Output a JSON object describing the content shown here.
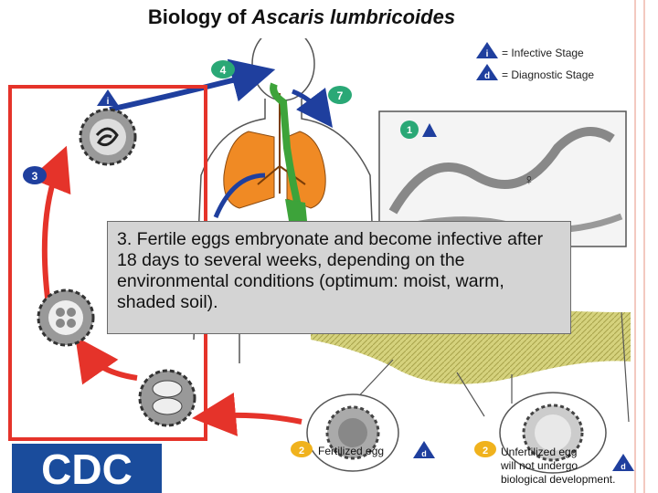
{
  "title": {
    "prefix": "Biology of ",
    "species": "Ascaris lumbricoides"
  },
  "legend": {
    "infective": "= Infective Stage",
    "diagnostic": "= Diagnostic Stage"
  },
  "badges": {
    "i": "i",
    "d": "d",
    "step1": "1",
    "step2": "2",
    "step3": "3",
    "step4": "4",
    "step7": "7"
  },
  "caption": "3. Fertile eggs embryonate and become infective after 18 days to several weeks, depending on the environmental conditions (optimum: moist, warm, shaded soil).",
  "eggs": {
    "fertilized": "Fertilized egg",
    "unfertilized_l1": "Unfertilized egg",
    "unfertilized_l2": "will not undergo",
    "unfertilized_l3": "biological development."
  },
  "logo": "CDC",
  "colors": {
    "cycle_red": "#e5332a",
    "arrow_blue": "#1f3f9e",
    "badge_green": "#2aa876",
    "badge_yellow": "#f0b21d",
    "lung_orange": "#f08a24",
    "soil": "#c8c46a",
    "cdc_blue": "#1a4c9c"
  }
}
